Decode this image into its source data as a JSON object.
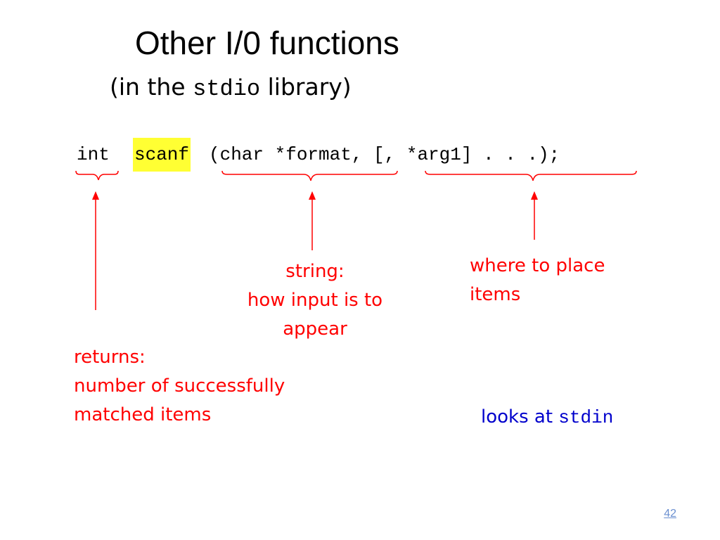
{
  "slide": {
    "title": "Other I/0 functions",
    "subtitle_prefix": "(in the ",
    "subtitle_code": "stdio",
    "subtitle_suffix": " library)",
    "code": {
      "return_type": "int",
      "function_name": "scanf",
      "parameters": "(char *format, [, *arg1] . . .);"
    },
    "annotations": {
      "format_label": "string:",
      "format_line2": "how input is to",
      "format_line3": "appear",
      "args_line1": "where to place",
      "args_line2": "items",
      "returns_line1": "returns:",
      "returns_line2": "number of successfully",
      "returns_line3": "matched items",
      "stdin_prefix": "looks at ",
      "stdin_code": "stdin"
    },
    "page_number": "42"
  },
  "colors": {
    "annotation_red": "#ff0000",
    "highlight_yellow": "#ffff33",
    "stdin_blue": "#0000cc",
    "page_number_blue": "#6a8fd0"
  }
}
